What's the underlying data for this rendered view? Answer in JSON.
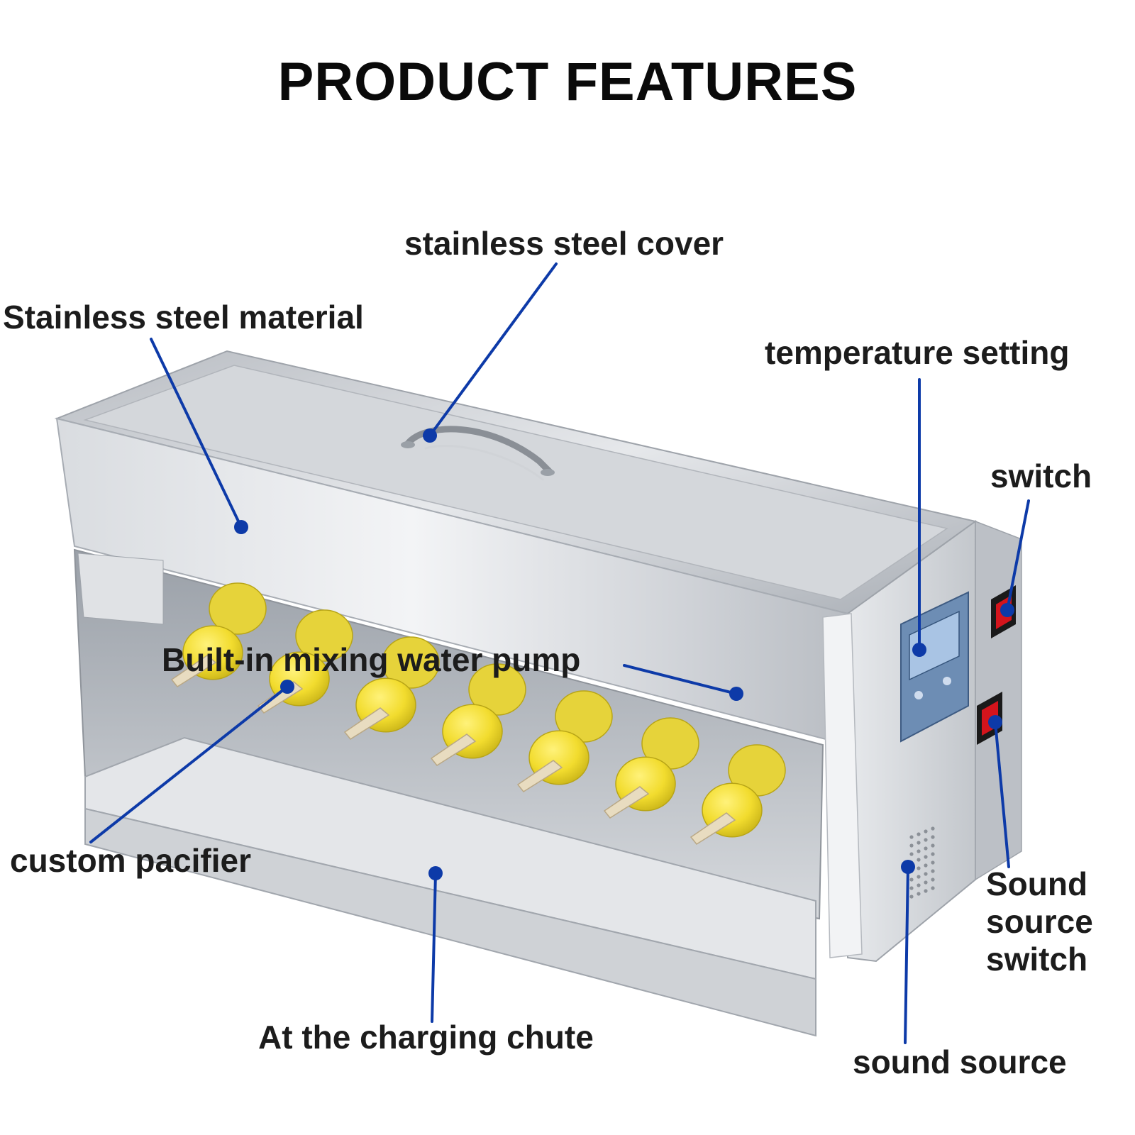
{
  "title": "PRODUCT FEATURES",
  "colors": {
    "leader": "#0d3aa8",
    "text": "#1c1c1c",
    "steel_light": "#eef0f3",
    "steel_mid": "#c6cad0",
    "steel_dark": "#8e939b",
    "nipple_yellow": "#f2dc2e",
    "display_blue": "#4f78a8",
    "switch_red": "#d4141c"
  },
  "labels": {
    "stainless_cover": "stainless steel cover",
    "stainless_material": "Stainless steel material",
    "temperature_setting": "temperature setting",
    "switch": "switch",
    "mixing_pump": "Built-in mixing water pump",
    "custom_pacifier": "custom pacifier",
    "sound_source_switch": "Sound\nsource\nswitch",
    "charging_chute": "At the charging chute",
    "sound_source": "sound source"
  },
  "icons": {
    "handle": "lid-handle-icon",
    "display": "temperature-display-icon",
    "rocker": "rocker-switch-icon",
    "speaker": "speaker-grille-icon",
    "nipple": "feeding-nipple-icon"
  },
  "nipple_count": 7
}
